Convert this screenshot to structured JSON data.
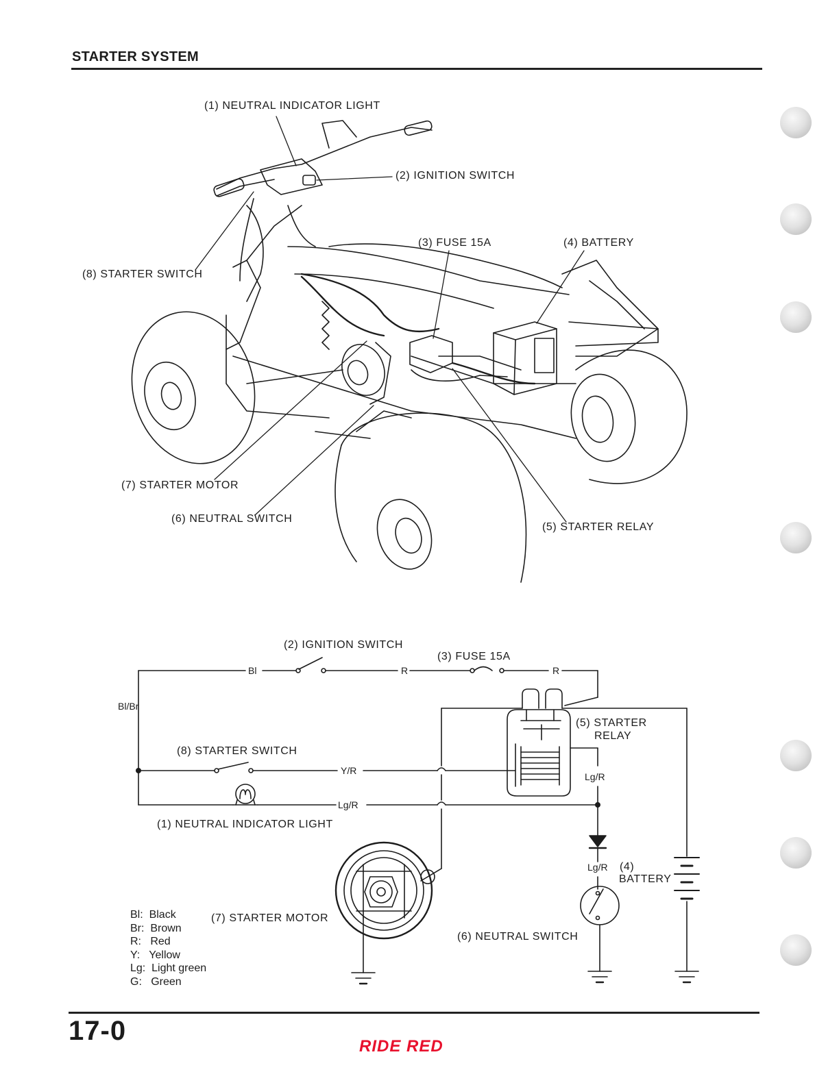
{
  "header": {
    "title": "STARTER SYSTEM"
  },
  "illustration": {
    "labels": {
      "neutral_indicator_light": "(1) NEUTRAL INDICATOR LIGHT",
      "ignition_switch": "(2) IGNITION SWITCH",
      "fuse": "(3) FUSE 15A",
      "battery": "(4) BATTERY",
      "starter_switch": "(8) STARTER SWITCH",
      "starter_motor": "(7) STARTER MOTOR",
      "neutral_switch": "(6) NEUTRAL SWITCH",
      "starter_relay": "(5) STARTER RELAY"
    }
  },
  "schematic": {
    "labels": {
      "ignition_switch": "(2) IGNITION SWITCH",
      "fuse": "(3) FUSE 15A",
      "starter_relay_line1": "(5) STARTER",
      "starter_relay_line2": "RELAY",
      "starter_switch": "(8) STARTER SWITCH",
      "neutral_indicator_light": "(1) NEUTRAL INDICATOR LIGHT",
      "battery_num": "(4)",
      "battery_name": "BATTERY",
      "starter_motor": "(7) STARTER MOTOR",
      "neutral_switch": "(6) NEUTRAL SWITCH"
    },
    "wires": {
      "bl": "Bl",
      "r1": "R",
      "r2": "R",
      "bl_br": "Bl/Br",
      "y_r": "Y/R",
      "lg_r_1": "Lg/R",
      "lg_r_2": "Lg/R",
      "lg_r_3": "Lg/R"
    }
  },
  "legend": [
    "Bl:  Black",
    "Br:  Brown",
    "R:   Red",
    "Y:   Yellow",
    "Lg:  Light green",
    "G:   Green"
  ],
  "footer": {
    "page_number": "17-0",
    "brand": "RIDE RED"
  },
  "colors": {
    "ink": "#1c1c1c",
    "brand": "#e8112d",
    "rule": "#222222"
  }
}
